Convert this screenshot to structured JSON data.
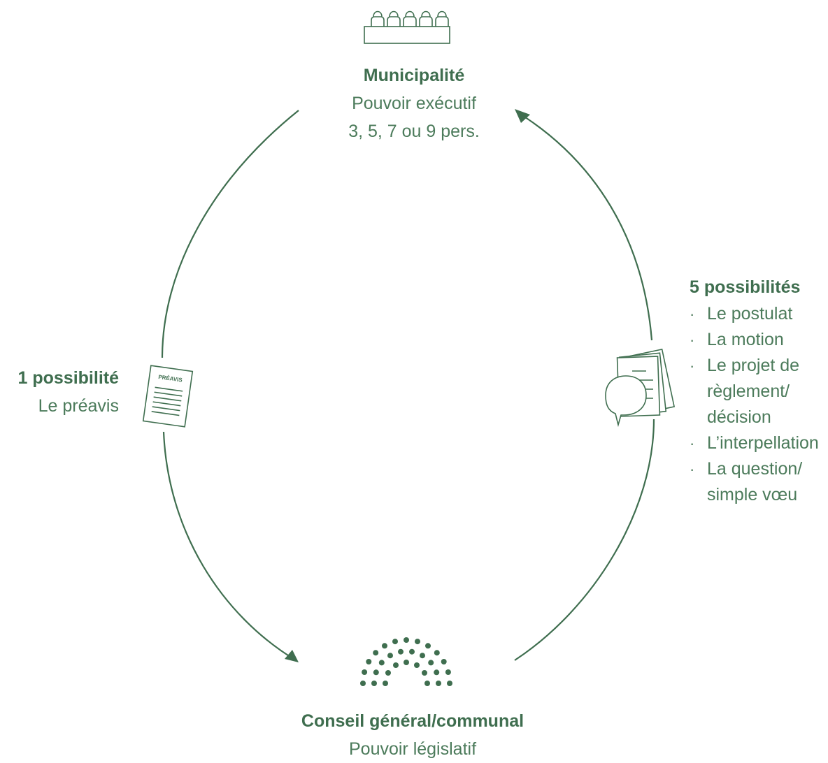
{
  "nodes": {
    "top": {
      "title": "Municipalité",
      "line1": "Pouvoir exécutif",
      "line2": "3, 5, 7 ou 9 pers."
    },
    "bottom": {
      "title": "Conseil général/communal",
      "line1": "Pouvoir législatif"
    },
    "left": {
      "title": "1 possibilité",
      "line1": "Le préavis",
      "document_label": "PRÉAVIS"
    },
    "right": {
      "title": "5 possibilités",
      "items": [
        [
          "Le postulat"
        ],
        [
          "La motion"
        ],
        [
          "Le projet de",
          "règlement/",
          "décision"
        ],
        [
          "L’interpellation"
        ],
        [
          "La question/",
          "simple vœu"
        ]
      ]
    }
  },
  "colors": {
    "primary": "#3f6e4f",
    "text": "#4c7b5b",
    "background": "#ffffff"
  },
  "icons": [
    "executive-board-icon",
    "document-preavis-icon",
    "parliament-seats-icon",
    "documents-speech-icon"
  ]
}
